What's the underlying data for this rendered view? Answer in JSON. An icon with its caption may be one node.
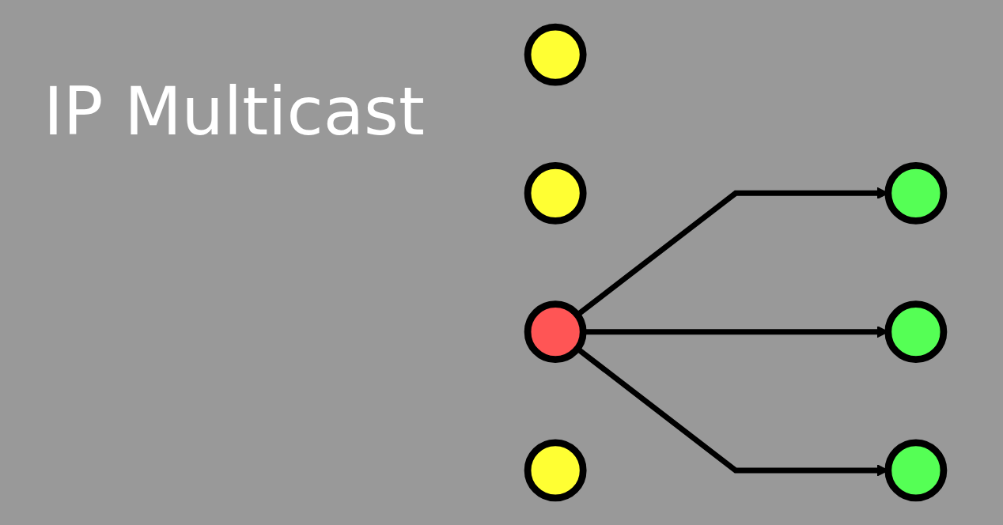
{
  "diagram": {
    "title": "IP Multicast",
    "nodes": [
      {
        "text": [],
        "shape": "circle"
      },
      {
        "text": [],
        "shape": "circle"
      },
      {
        "text": [],
        "shape": "circle"
      },
      {
        "text": [],
        "shape": "circle"
      },
      {
        "text": [],
        "shape": "circle"
      },
      {
        "text": [],
        "shape": "circle"
      },
      {
        "text": [],
        "shape": "circle"
      }
    ],
    "edges": [
      {
        "from": 3,
        "to": 1,
        "arrow": "to"
      },
      {
        "from": 3,
        "to": 5,
        "arrow": "to"
      },
      {
        "from": 3,
        "to": 6,
        "arrow": "to"
      }
    ]
  }
}
